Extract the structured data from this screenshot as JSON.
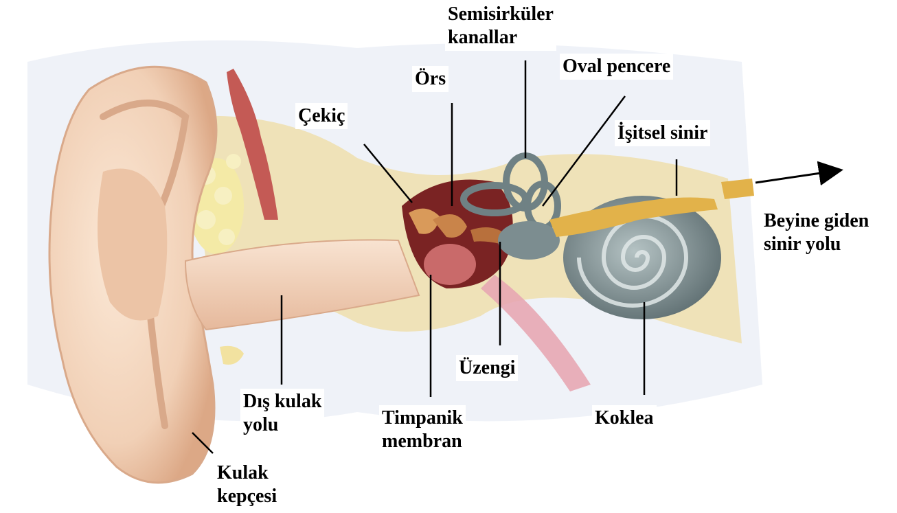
{
  "labels": {
    "semisirkuler": {
      "line1": "Semisirküler",
      "line2": "kanallar"
    },
    "ors": "Örs",
    "oval_pencere": "Oval pencere",
    "cekic": "Çekiç",
    "isitsel_sinir": "İşitsel sinir",
    "beyine_giden": {
      "line1": "Beyine giden",
      "line2": "sinir yolu"
    },
    "uzengi": "Üzengi",
    "dis_kulak_yolu": {
      "line1": "Dış kulak",
      "line2": "yolu"
    },
    "timpanik_membran": {
      "line1": "Timpanik",
      "line2": "membran"
    },
    "koklea": "Koklea",
    "kulak_kepcesi": {
      "line1": "Kulak",
      "line2": "kepçesi"
    }
  },
  "colors": {
    "skin": "#f4d9c3",
    "skin_shadow": "#d9a98a",
    "bone": "#efe2b8",
    "fat": "#f4eaa6",
    "muscle": "#c45a55",
    "middle_ear": "#7a2323",
    "cochlea": "#8b9a9c",
    "cochlea_dark": "#5f6f72",
    "nerve": "#e2b24a"
  },
  "icons": [
    "ear-pinna-illustration",
    "cochlea-spiral",
    "ossicles",
    "arrow-right-icon"
  ]
}
